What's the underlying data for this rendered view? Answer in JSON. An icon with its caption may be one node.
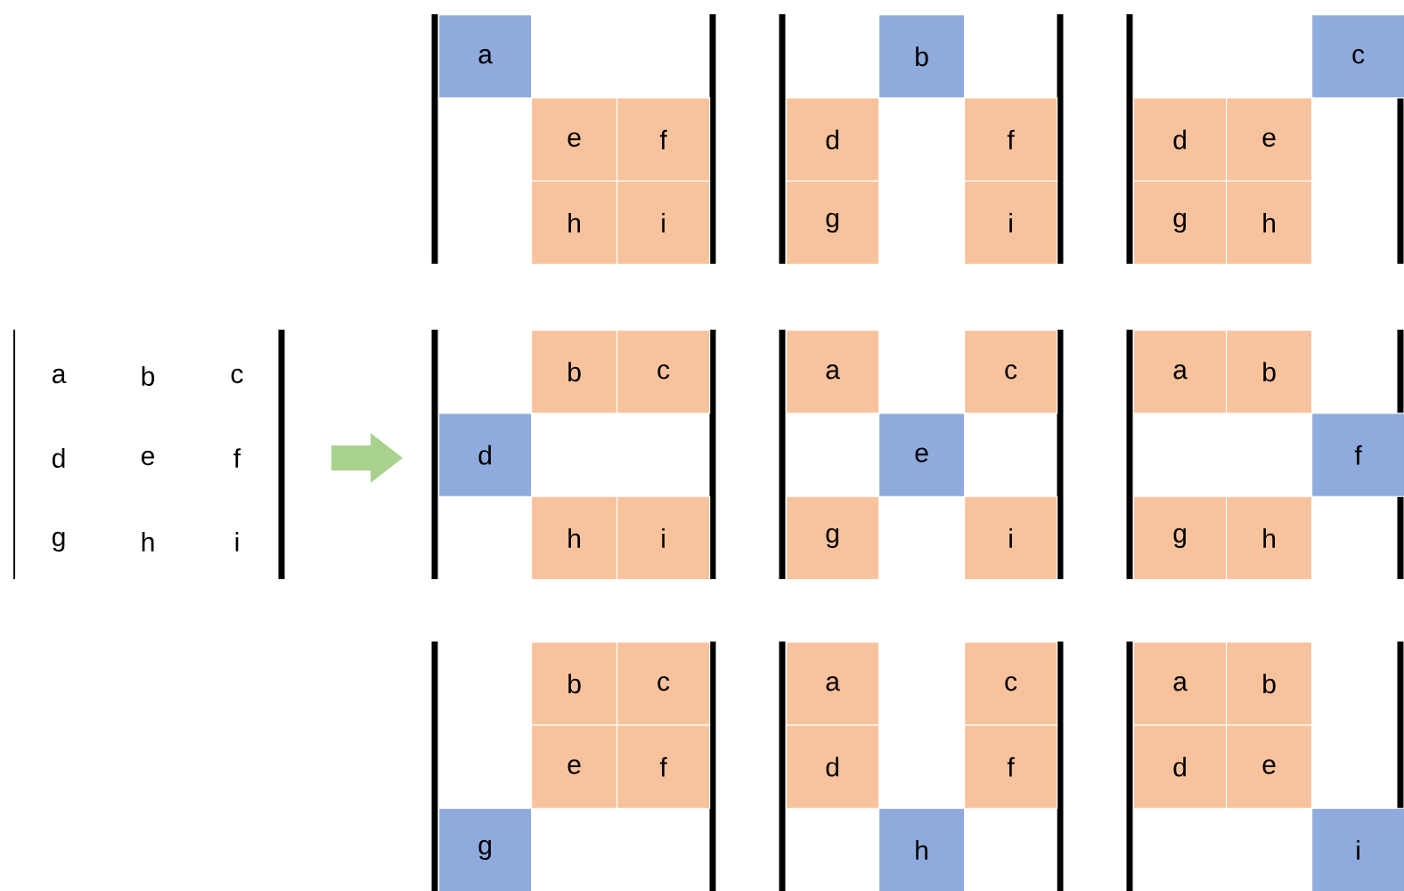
{
  "diagram": {
    "nodes": [
      {
        "text": [
          "a"
        ]
      },
      {
        "text": [
          "e"
        ]
      },
      {
        "text": [
          "f"
        ]
      },
      {
        "text": [
          "h"
        ]
      },
      {
        "text": [
          "i"
        ]
      },
      {
        "text": [
          "b"
        ]
      },
      {
        "text": [
          "d"
        ]
      },
      {
        "text": [
          "f"
        ]
      },
      {
        "text": [
          "g"
        ]
      },
      {
        "text": [
          "i"
        ]
      },
      {
        "text": [
          "c"
        ]
      },
      {
        "text": [
          "d"
        ]
      },
      {
        "text": [
          "e"
        ]
      },
      {
        "text": [
          "g"
        ]
      },
      {
        "text": [
          "h"
        ]
      },
      {
        "text": [
          "b"
        ]
      },
      {
        "text": [
          "c"
        ]
      },
      {
        "text": [
          "d"
        ]
      },
      {
        "text": [
          "h"
        ]
      },
      {
        "text": [
          "i"
        ]
      },
      {
        "text": [
          "a"
        ]
      },
      {
        "text": [
          "c"
        ]
      },
      {
        "text": [
          "e"
        ]
      },
      {
        "text": [
          "g"
        ]
      },
      {
        "text": [
          "i"
        ]
      },
      {
        "text": [
          "a"
        ]
      },
      {
        "text": [
          "b"
        ]
      },
      {
        "text": [
          "f"
        ]
      },
      {
        "text": [
          "g"
        ]
      },
      {
        "text": [
          "h"
        ]
      },
      {
        "text": [
          "b"
        ]
      },
      {
        "text": [
          "c"
        ]
      },
      {
        "text": [
          "e"
        ]
      },
      {
        "text": [
          "f"
        ]
      },
      {
        "text": [
          "g"
        ]
      },
      {
        "text": [
          "a"
        ]
      },
      {
        "text": [
          "c"
        ]
      },
      {
        "text": [
          "d"
        ]
      },
      {
        "text": [
          "f"
        ]
      },
      {
        "text": [
          "h"
        ]
      },
      {
        "text": [
          "a"
        ]
      },
      {
        "text": [
          "b"
        ]
      },
      {
        "text": [
          "d"
        ]
      },
      {
        "text": [
          "e"
        ]
      },
      {
        "text": [
          "i"
        ]
      }
    ],
    "labels": [
      "a",
      "b",
      "c",
      "d",
      "e",
      "f",
      "g",
      "h",
      "i"
    ]
  }
}
